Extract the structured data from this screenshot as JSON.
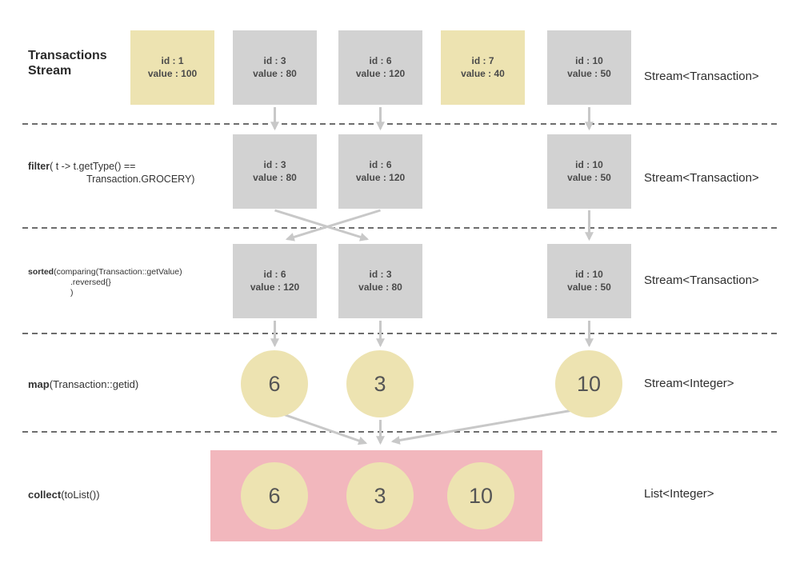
{
  "colors": {
    "box_yellow": "#EDE3B1",
    "box_gray": "#D2D2D2",
    "collect_pink": "#F2B7BD",
    "arrow_gray": "#C8C8C8",
    "separator_dark": "#3D3D3D",
    "text_dark": "#4A4A4A"
  },
  "source_row": {
    "title_line1": "Transactions",
    "title_line2": "Stream",
    "boxes": [
      {
        "id_label": "id : 1",
        "value_label": "value : 100"
      },
      {
        "id_label": "id : 3",
        "value_label": "value : 80"
      },
      {
        "id_label": "id : 6",
        "value_label": "value : 120"
      },
      {
        "id_label": "id : 7",
        "value_label": "value : 40"
      },
      {
        "id_label": "id : 10",
        "value_label": "value : 50"
      }
    ],
    "type_label": "Stream<Transaction>"
  },
  "filter_row": {
    "op_keyword": "filter",
    "op_rest_line1": "( t -> t.getType() ==",
    "op_rest_line2": "Transaction.GROCERY)",
    "boxes": [
      {
        "id_label": "id : 3",
        "value_label": "value : 80"
      },
      {
        "id_label": "id : 6",
        "value_label": "value : 120"
      },
      {
        "id_label": "id : 10",
        "value_label": "value : 50"
      }
    ],
    "type_label": "Stream<Transaction>"
  },
  "sorted_row": {
    "op_keyword": "sorted",
    "op_rest_line1": "(comparing(Transaction::getValue)",
    "op_rest_line2": ".reversed{}",
    "op_rest_line3": ")",
    "boxes": [
      {
        "id_label": "id : 6",
        "value_label": "value : 120"
      },
      {
        "id_label": "id : 3",
        "value_label": "value : 80"
      },
      {
        "id_label": "id : 10",
        "value_label": "value : 50"
      }
    ],
    "type_label": "Stream<Transaction>"
  },
  "map_row": {
    "op_keyword": "map",
    "op_rest_line1": "(Transaction::getid)",
    "circles": [
      "6",
      "3",
      "10"
    ],
    "type_label": "Stream<Integer>"
  },
  "collect_row": {
    "op_keyword": "collect",
    "op_rest_line1": "(toList())",
    "circles": [
      "6",
      "3",
      "10"
    ],
    "type_label": "List<Integer>"
  }
}
